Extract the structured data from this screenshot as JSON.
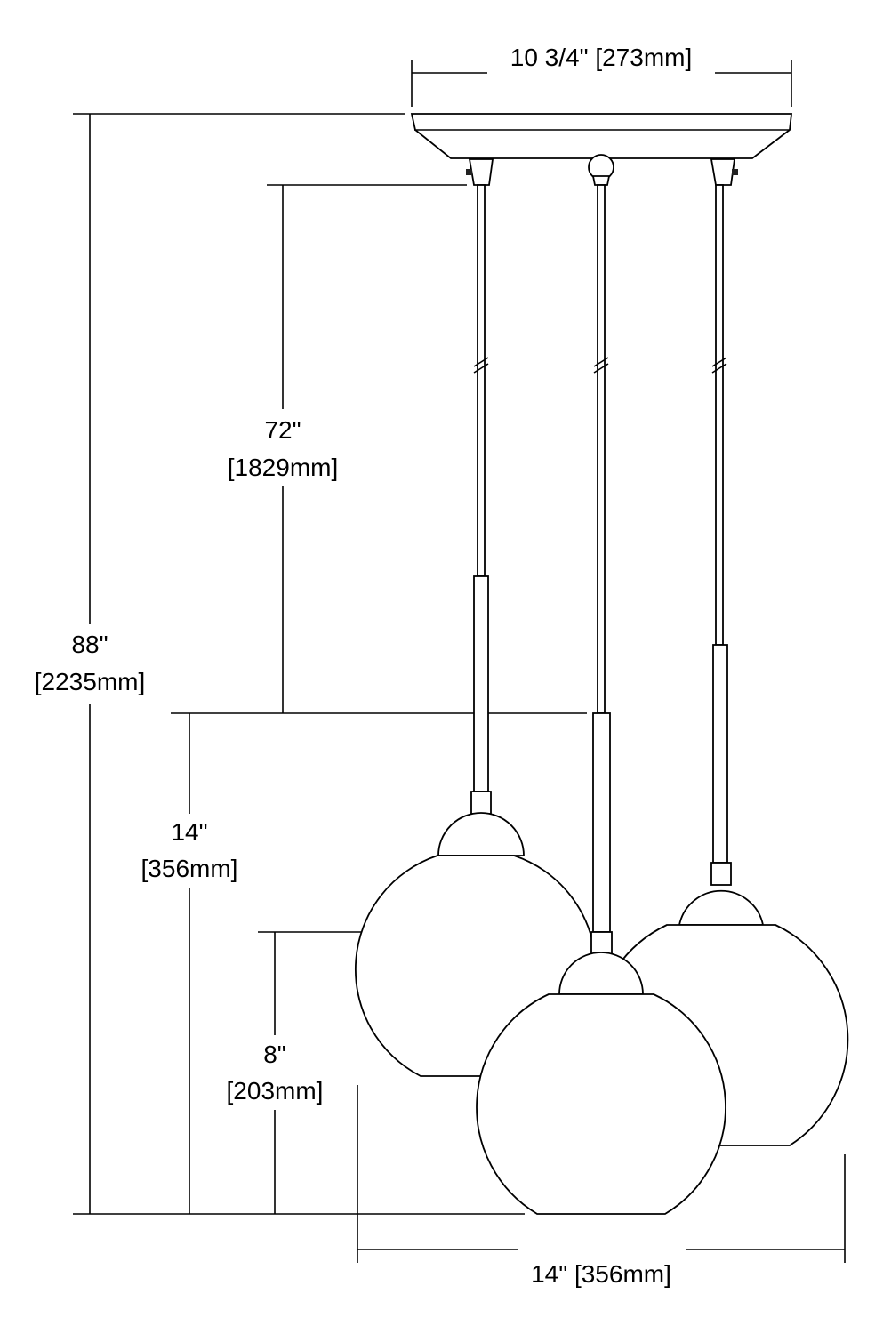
{
  "drawing": {
    "canopy_width": "10 3/4\" [273mm]",
    "overall_height": {
      "in": "88\"",
      "mm": "[2235mm]"
    },
    "cord_length": {
      "in": "72\"",
      "mm": "[1829mm]"
    },
    "fixture_height": {
      "in": "14\"",
      "mm": "[356mm]"
    },
    "shade_height": {
      "in": "8\"",
      "mm": "[203mm]"
    },
    "overall_width": "14\" [356mm]"
  }
}
